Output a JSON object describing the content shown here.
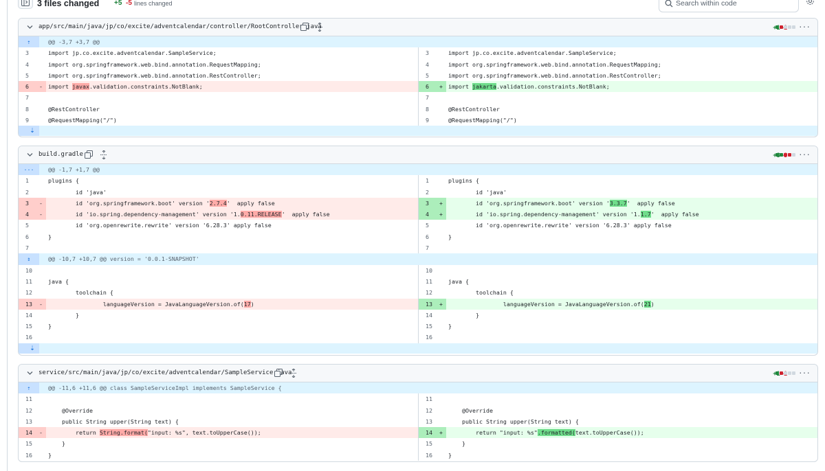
{
  "header": {
    "title": "3 files changed",
    "additions": "+5",
    "deletions": "-5",
    "lines_changed": "lines changed",
    "search_placeholder": "Search within code"
  },
  "colors": {
    "add": "#1a7f37",
    "del": "#d1242f",
    "hunk": "#ddf4ff"
  },
  "files": [
    {
      "path": "app/src/main/java/jp/co/excite/adventcalendar/controller/RootController.java",
      "stat_add": "+1",
      "stat_del": "-1",
      "hunk": "@@ -3,7 +3,7 @@",
      "rows": [
        {
          "l": "3",
          "r": "3",
          "code": "import jp.co.excite.adventcalendar.SampleService;"
        },
        {
          "l": "4",
          "r": "4",
          "code": "import org.springframework.web.bind.annotation.RequestMapping;"
        },
        {
          "l": "5",
          "r": "5",
          "code": "import org.springframework.web.bind.annotation.RestController;"
        },
        {
          "l": "6",
          "r": "6",
          "del_pre": "import ",
          "del_hl": "javax",
          "del_post": ".validation.constraints.NotBlank;",
          "ins_pre": "import ",
          "ins_hl": "jakarta",
          "ins_post": ".validation.constraints.NotBlank;"
        },
        {
          "l": "7",
          "r": "7",
          "code": ""
        },
        {
          "l": "8",
          "r": "8",
          "code": "@RestController"
        },
        {
          "l": "9",
          "r": "9",
          "code": "@RequestMapping(\"/\")"
        }
      ]
    },
    {
      "path": "build.gradle",
      "stat_add": "+3",
      "stat_del": "-3",
      "hunk": "@@ -1,7 +1,7 @@",
      "hunk2": "@@ -10,7 +10,7 @@ version = '0.0.1-SNAPSHOT'",
      "rows": [
        {
          "l": "1",
          "r": "1",
          "code": "plugins {"
        },
        {
          "l": "2",
          "r": "2",
          "code": "        id 'java'"
        },
        {
          "l": "3",
          "r": "3",
          "del_pre": "        id 'org.springframework.boot' version '",
          "del_hl": "2.7.4",
          "del_post": "'  apply false",
          "ins_pre": "        id 'org.springframework.boot' version '",
          "ins_hl": "3.3.7",
          "ins_post": "'  apply false"
        },
        {
          "l": "4",
          "r": "4",
          "del_pre": "        id 'io.spring.dependency-management' version '1.",
          "del_hl": "0.11.RELEASE",
          "del_post": "'  apply false",
          "ins_pre": "        id 'io.spring.dependency-management' version '1.",
          "ins_hl": "1.7",
          "ins_post": "'  apply false"
        },
        {
          "l": "5",
          "r": "5",
          "code": "        id 'org.openrewrite.rewrite' version '6.28.3' apply false"
        },
        {
          "l": "6",
          "r": "6",
          "code": "}"
        },
        {
          "l": "7",
          "r": "7",
          "code": ""
        }
      ],
      "rows2": [
        {
          "l": "10",
          "r": "10",
          "code": ""
        },
        {
          "l": "11",
          "r": "11",
          "code": "java {"
        },
        {
          "l": "12",
          "r": "12",
          "code": "        toolchain {"
        },
        {
          "l": "13",
          "r": "13",
          "del_pre": "                languageVersion = JavaLanguageVersion.of(",
          "del_hl": "17",
          "del_post": ")",
          "ins_pre": "                languageVersion = JavaLanguageVersion.of(",
          "ins_hl": "21",
          "ins_post": ")"
        },
        {
          "l": "14",
          "r": "14",
          "code": "        }"
        },
        {
          "l": "15",
          "r": "15",
          "code": "}"
        },
        {
          "l": "16",
          "r": "16",
          "code": ""
        }
      ]
    },
    {
      "path": "service/src/main/java/jp/co/excite/adventcalendar/SampleService.java",
      "stat_add": "+1",
      "stat_del": "-1",
      "hunk": "@@ -11,6 +11,6 @@ class SampleServiceImpl implements SampleService {",
      "rows": [
        {
          "l": "11",
          "r": "11",
          "code": ""
        },
        {
          "l": "12",
          "r": "12",
          "code": "    @Override"
        },
        {
          "l": "13",
          "r": "13",
          "code": "    public String upper(String text) {"
        },
        {
          "l": "14",
          "r": "14",
          "del_pre": "        return ",
          "del_hl": "String.format(",
          "del_post": "\"input: %s\", text.toUpperCase());",
          "ins_pre": "        return \"input: %s\"",
          "ins_hl": ".formatted(",
          "ins_post": "text.toUpperCase());"
        },
        {
          "l": "15",
          "r": "15",
          "code": "    }"
        },
        {
          "l": "16",
          "r": "16",
          "code": "}"
        }
      ]
    }
  ]
}
